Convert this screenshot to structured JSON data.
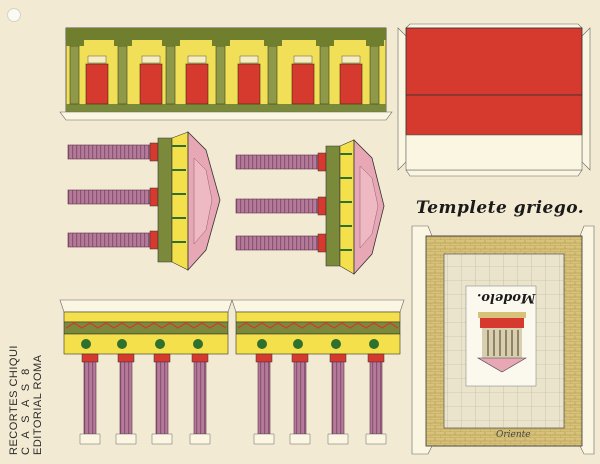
{
  "sheet_title": "Templete griego.",
  "publisher": {
    "line1": "RECORTES CHIQUI",
    "line2": "C A S A S 8",
    "line3": "EDITORIAL ROMA"
  },
  "model_label": "Modelo.",
  "signature": "Oriente",
  "colors": {
    "paper": "#f3ead3",
    "yellow": "#f4e04a",
    "red": "#d63a2e",
    "olive": "#7a8a3a",
    "column_purple": "#b57a9a",
    "pediment_pink": "#e7a7b4",
    "sand": "#d8c27a"
  }
}
